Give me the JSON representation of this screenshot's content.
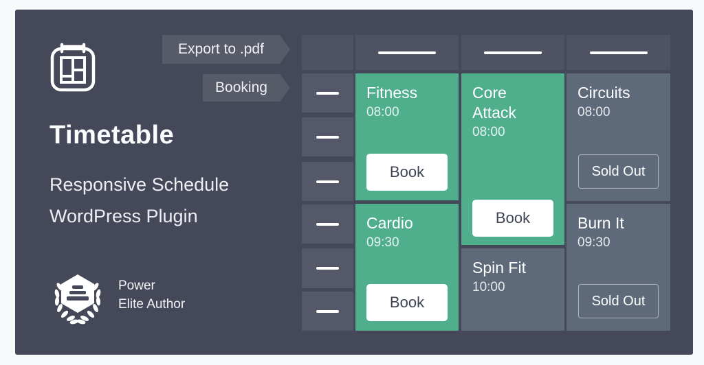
{
  "branding": {
    "title": "Timetable",
    "subtitle_line1": "Responsive Schedule",
    "subtitle_line2": "WordPress Plugin",
    "badge": {
      "line1": "Power",
      "line2": "Elite Author"
    }
  },
  "ribbons": {
    "export": "Export to .pdf",
    "booking": "Booking"
  },
  "schedule": {
    "labels": {
      "book": "Book",
      "sold_out": "Sold Out"
    },
    "time_slots": 6,
    "columns": [
      {
        "events": [
          {
            "title": "Fitness",
            "time": "08:00",
            "action": "book"
          },
          {
            "title": "Cardio",
            "time": "09:30",
            "action": "book"
          }
        ]
      },
      {
        "events": [
          {
            "title": "Core Attack",
            "time": "08:00",
            "action": "book"
          },
          {
            "title": "Spin Fit",
            "time": "10:00",
            "action": "none"
          }
        ]
      },
      {
        "events": [
          {
            "title": "Circuits",
            "time": "08:00",
            "action": "sold_out"
          },
          {
            "title": "Burn It",
            "time": "09:30",
            "action": "sold_out"
          }
        ]
      }
    ]
  },
  "colors": {
    "page_bg": "#f8f9fa",
    "panel_bg": "#444859",
    "event_green": "#4fae8b",
    "event_slate": "#5e6979",
    "header_cell": "#4e5263",
    "time_cell": "#545869",
    "ribbon_bg": "#575b68",
    "book_button_text": "#3d4252"
  }
}
